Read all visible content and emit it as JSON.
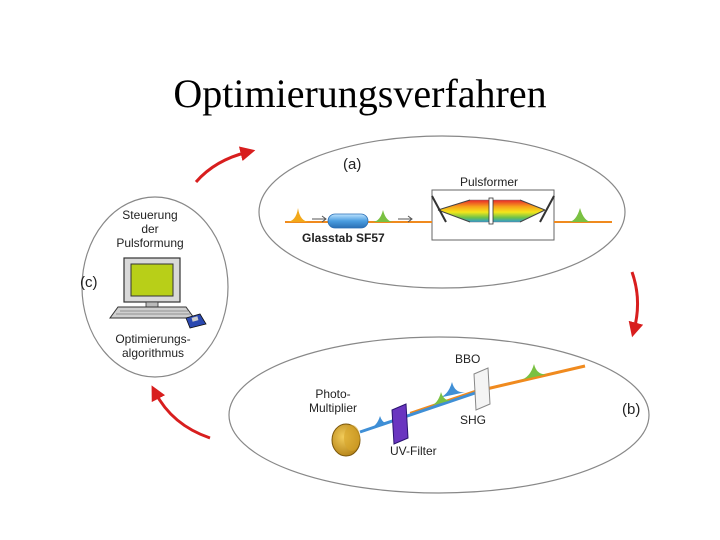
{
  "title": "Optimierungsverfahren",
  "section_a": {
    "id": "(a)",
    "pulsformer": "Pulsformer",
    "glasstab": "Glasstab SF57"
  },
  "section_b": {
    "id": "(b)",
    "bbo": "BBO",
    "shg": "SHG",
    "photomultiplier_1": "Photo-",
    "photomultiplier_2": "Multiplier",
    "uv_filter": "UV-Filter"
  },
  "section_c": {
    "id": "(c)",
    "steuerung_1": "Steuerung",
    "steuerung_2": "der",
    "steuerung_3": "Pulsformung",
    "algo_1": "Optimierungs-",
    "algo_2": "algorithmus"
  },
  "colors": {
    "cycle_arrow": "#d81e1e",
    "ellipse_stroke": "#888888",
    "pulse_orange": "#f2a81a",
    "pulse_green": "#7ac142",
    "beam_orange": "#f08a1e",
    "beam_blue": "#3f8fd6",
    "monitor_screen": "#b8cf18",
    "filter_purple": "#6a35c0"
  },
  "icons": [
    "computer-icon",
    "floppy-disk-icon",
    "photomultiplier-icon",
    "uv-filter-icon",
    "bbo-crystal-icon",
    "glass-rod-icon",
    "pulse-shaper-icon"
  ]
}
